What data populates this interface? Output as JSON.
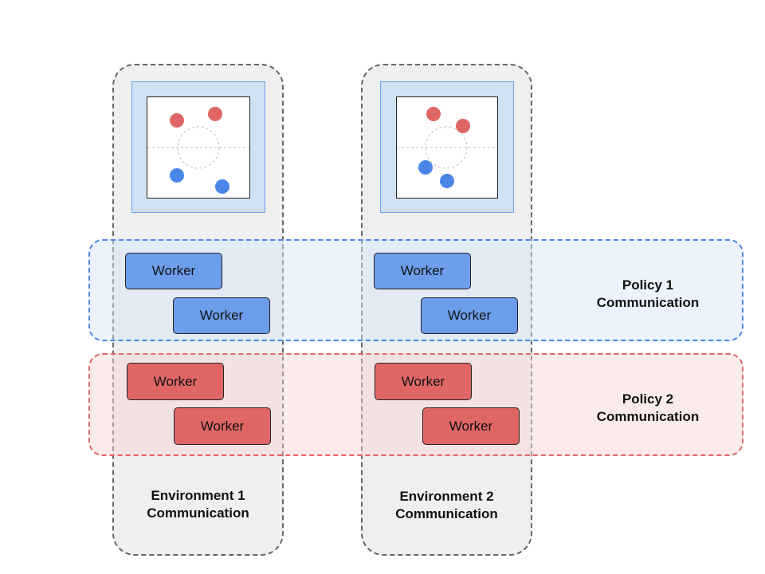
{
  "environments": [
    {
      "label_line1": "Environment 1",
      "label_line2": "Communication",
      "field": {
        "red_agents": [
          "red-agent",
          "red-agent"
        ],
        "blue_agents": [
          "blue-agent",
          "blue-agent"
        ]
      },
      "policy1_workers": [
        "Worker",
        "Worker"
      ],
      "policy2_workers": [
        "Worker",
        "Worker"
      ]
    },
    {
      "label_line1": "Environment 2",
      "label_line2": "Communication",
      "field": {
        "red_agents": [
          "red-agent",
          "red-agent"
        ],
        "blue_agents": [
          "blue-agent",
          "blue-agent"
        ]
      },
      "policy1_workers": [
        "Worker",
        "Worker"
      ],
      "policy2_workers": [
        "Worker",
        "Worker"
      ]
    }
  ],
  "policies": [
    {
      "label_line1": "Policy 1",
      "label_line2": "Communication",
      "color": "#4a86e8"
    },
    {
      "label_line1": "Policy 2",
      "label_line2": "Communication",
      "color": "#e06666"
    }
  ],
  "colors": {
    "policy1_worker": "#6d9eeb",
    "policy2_worker": "#e06666",
    "red_agent": "#e06666",
    "blue_agent": "#4a86e8",
    "field_frame": "#cfe2f3",
    "env_border": "#666666"
  }
}
